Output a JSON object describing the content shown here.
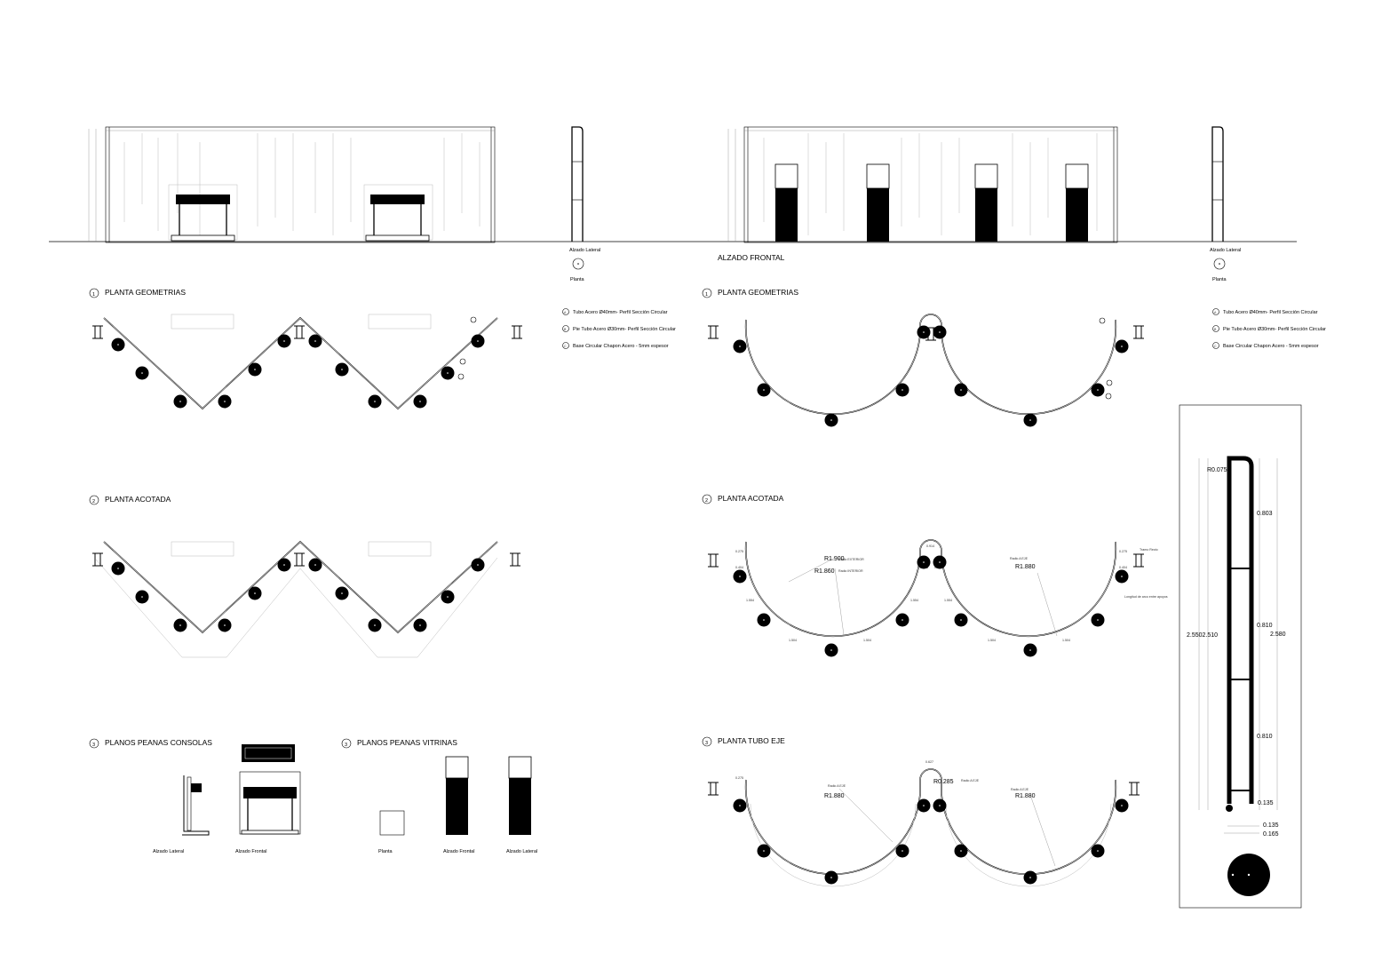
{
  "labels": {
    "alzado_frontal": "ALZADO FRONTAL",
    "alzado_lateral": "Alzado Lateral",
    "planta": "Planta",
    "alzado_frontal_small": "Alzado Frontal"
  },
  "section_numbers": {
    "one": "1",
    "two": "2",
    "three": "3"
  },
  "sections": {
    "planta_geometrias": "PLANTA GEOMETRIAS",
    "planta_acotada": "PLANTA ACOTADA",
    "planos_peanas_consolas": "PLANOS PEANAS CONSOLAS",
    "planos_peanas_vitrinas": "PLANOS PEANAS VITRINAS",
    "planta_tubo_eje": "PLANTA TUBO EJE"
  },
  "legend": {
    "a_mark": "A",
    "a_text": "Tubo Acero Ø40mm- Perfil Sección Circular",
    "b_mark": "B",
    "b_text": "Pie Tubo Acero Ø30mm- Perfil Sección Circular",
    "c_mark": "C",
    "c_text": "Base Circular Chapon Acero - 5mm espesor"
  },
  "annotations": {
    "r_exterior": "R1.900",
    "radio_exterior": "Radio EXTERIOR",
    "r_interior": "R1.860",
    "radio_interior": "Radio INTERIOR",
    "radio_eje": "Radio A EJE",
    "r_eje": "R1.880",
    "tramo_recto": "Tramo Recto",
    "longitud_arco": "Longitud de arco entre apoyos",
    "r_small": "R0.285",
    "d_0627": "0.627",
    "d_0275": "0.275",
    "d_0404": "0.404",
    "d_0425": "0.425",
    "d_0914": "0.914",
    "d_1554": "1.554",
    "d_1504": "1.504"
  },
  "detail": {
    "r_top": "R0.075",
    "d1": "0.803",
    "d2": "0.810",
    "d3": "0.810",
    "d4": "0.135",
    "total_left": "2.5502.510",
    "total_right": "2.580",
    "base1": "0.135",
    "base2": "0.165"
  },
  "colors": {
    "ink": "#000000",
    "paper": "#ffffff",
    "faint": "#bbbbbb"
  }
}
